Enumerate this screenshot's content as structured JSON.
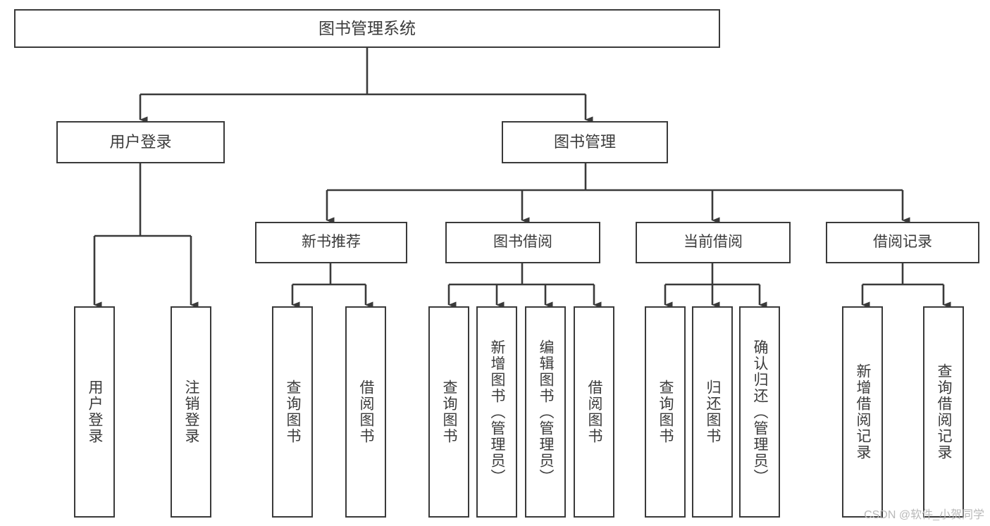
{
  "diagram": {
    "title": "图书管理系统",
    "type": "tree-hierarchy",
    "watermark": "CSDN @软件_小贺同学",
    "colors": {
      "box_border": "#3a3a3a",
      "box_fill": "#ffffff",
      "connector": "#3a3a3a",
      "text": "#3b3b3b",
      "background": "#ffffff",
      "watermark": "#b9b9b9"
    },
    "nodes": {
      "root": {
        "label": "图书管理系统",
        "level": 0,
        "orientation": "horizontal"
      },
      "user_login": {
        "label": "用户登录",
        "level": 1,
        "orientation": "horizontal"
      },
      "book_manage": {
        "label": "图书管理",
        "level": 1,
        "orientation": "horizontal"
      },
      "new_book_rec": {
        "label": "新书推荐",
        "level": 2,
        "orientation": "horizontal"
      },
      "book_borrow": {
        "label": "图书借阅",
        "level": 2,
        "orientation": "horizontal"
      },
      "current_borrow": {
        "label": "当前借阅",
        "level": 2,
        "orientation": "horizontal"
      },
      "borrow_record": {
        "label": "借阅记录",
        "level": 2,
        "orientation": "horizontal"
      },
      "leaf_user_login": {
        "label": "用户登录",
        "level": 3,
        "orientation": "vertical"
      },
      "leaf_logout": {
        "label": "注销登录",
        "level": 3,
        "orientation": "vertical"
      },
      "leaf_query_book_a": {
        "label": "查询图书",
        "level": 3,
        "orientation": "vertical"
      },
      "leaf_borrow_book_a": {
        "label": "借阅图书",
        "level": 3,
        "orientation": "vertical"
      },
      "leaf_query_book_b": {
        "label": "查询图书",
        "level": 3,
        "orientation": "vertical"
      },
      "leaf_add_book": {
        "label": "新增图书（管理员）",
        "level": 3,
        "orientation": "vertical"
      },
      "leaf_edit_book": {
        "label": "编辑图书（管理员）",
        "level": 3,
        "orientation": "vertical"
      },
      "leaf_borrow_book_b": {
        "label": "借阅图书",
        "level": 3,
        "orientation": "vertical"
      },
      "leaf_query_book_c": {
        "label": "查询图书",
        "level": 3,
        "orientation": "vertical"
      },
      "leaf_return_book": {
        "label": "归还图书",
        "level": 3,
        "orientation": "vertical"
      },
      "leaf_confirm_return": {
        "label": "确认归还（管理员）",
        "level": 3,
        "orientation": "vertical"
      },
      "leaf_add_record": {
        "label": "新增借阅记录",
        "level": 3,
        "orientation": "vertical"
      },
      "leaf_query_record": {
        "label": "查询借阅记录",
        "level": 3,
        "orientation": "vertical"
      }
    },
    "edges": [
      {
        "from": "root",
        "to": "user_login"
      },
      {
        "from": "root",
        "to": "book_manage"
      },
      {
        "from": "user_login",
        "to": "leaf_user_login"
      },
      {
        "from": "user_login",
        "to": "leaf_logout"
      },
      {
        "from": "book_manage",
        "to": "new_book_rec"
      },
      {
        "from": "book_manage",
        "to": "book_borrow"
      },
      {
        "from": "book_manage",
        "to": "current_borrow"
      },
      {
        "from": "book_manage",
        "to": "borrow_record"
      },
      {
        "from": "new_book_rec",
        "to": "leaf_query_book_a"
      },
      {
        "from": "new_book_rec",
        "to": "leaf_borrow_book_a"
      },
      {
        "from": "book_borrow",
        "to": "leaf_query_book_b"
      },
      {
        "from": "book_borrow",
        "to": "leaf_add_book"
      },
      {
        "from": "book_borrow",
        "to": "leaf_edit_book"
      },
      {
        "from": "book_borrow",
        "to": "leaf_borrow_book_b"
      },
      {
        "from": "current_borrow",
        "to": "leaf_query_book_c"
      },
      {
        "from": "current_borrow",
        "to": "leaf_return_book"
      },
      {
        "from": "current_borrow",
        "to": "leaf_confirm_return"
      },
      {
        "from": "borrow_record",
        "to": "leaf_add_record"
      },
      {
        "from": "borrow_record",
        "to": "leaf_query_record"
      }
    ]
  }
}
